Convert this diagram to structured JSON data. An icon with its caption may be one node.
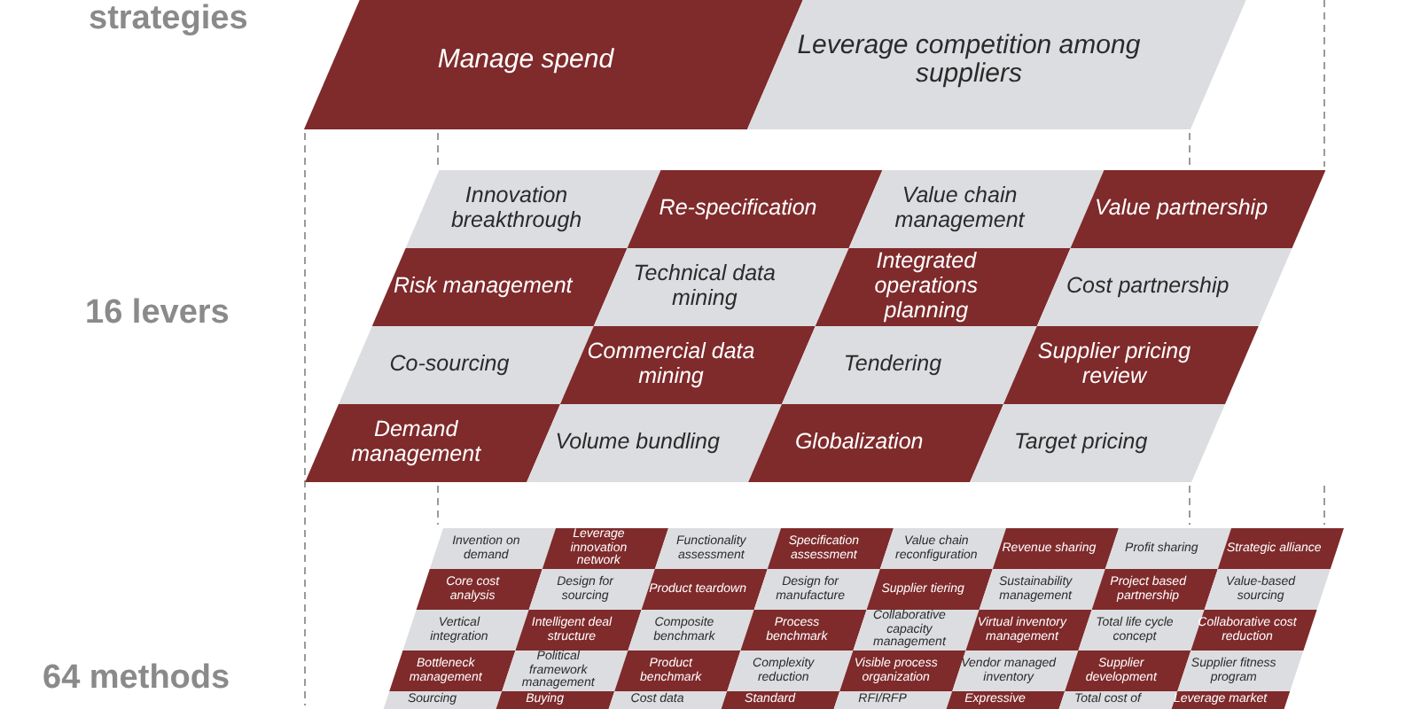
{
  "diagram": {
    "nodes": [
      {
        "text": [
          "Manage spend"
        ]
      },
      {
        "text": [
          "Leverage competition among suppliers"
        ]
      },
      {
        "text": [
          "Innovation breakthrough"
        ]
      },
      {
        "text": [
          "Re-specification"
        ]
      },
      {
        "text": [
          "Value chain management"
        ]
      },
      {
        "text": [
          "Value partnership"
        ]
      },
      {
        "text": [
          "Risk management"
        ]
      },
      {
        "text": [
          "Technical data mining"
        ]
      },
      {
        "text": [
          "Integrated operations planning"
        ]
      },
      {
        "text": [
          "Cost partnership"
        ]
      },
      {
        "text": [
          "Co-sourcing"
        ]
      },
      {
        "text": [
          "Commercial data mining"
        ]
      },
      {
        "text": [
          "Tendering"
        ]
      },
      {
        "text": [
          "Supplier pricing review"
        ]
      },
      {
        "text": [
          "Demand management"
        ]
      },
      {
        "text": [
          "Volume bundling"
        ]
      },
      {
        "text": [
          "Globalization"
        ]
      },
      {
        "text": [
          "Target pricing"
        ]
      },
      {
        "text": [
          "Invention on demand"
        ]
      },
      {
        "text": [
          "Leverage innovation network"
        ]
      },
      {
        "text": [
          "Functionality assessment"
        ]
      },
      {
        "text": [
          "Specification assessment"
        ]
      },
      {
        "text": [
          "Value chain reconfiguration"
        ]
      },
      {
        "text": [
          "Revenue sharing"
        ]
      },
      {
        "text": [
          "Profit sharing"
        ]
      },
      {
        "text": [
          "Strategic alliance"
        ]
      },
      {
        "text": [
          "Core cost analysis"
        ]
      },
      {
        "text": [
          "Design for sourcing"
        ]
      },
      {
        "text": [
          "Product teardown"
        ]
      },
      {
        "text": [
          "Design for manufacture"
        ]
      },
      {
        "text": [
          "Supplier tiering"
        ]
      },
      {
        "text": [
          "Sustainability management"
        ]
      },
      {
        "text": [
          "Project based partnership"
        ]
      },
      {
        "text": [
          "Value-based sourcing"
        ]
      },
      {
        "text": [
          "Vertical integration"
        ]
      },
      {
        "text": [
          "Intelligent deal structure"
        ]
      },
      {
        "text": [
          "Composite benchmark"
        ]
      },
      {
        "text": [
          "Process benchmark"
        ]
      },
      {
        "text": [
          "Collaborative capacity management"
        ]
      },
      {
        "text": [
          "Virtual inventory management"
        ]
      },
      {
        "text": [
          "Total life cycle concept"
        ]
      },
      {
        "text": [
          "Collaborative cost reduction"
        ]
      },
      {
        "text": [
          "Bottleneck management"
        ]
      },
      {
        "text": [
          "Political framework management"
        ]
      },
      {
        "text": [
          "Product benchmark"
        ]
      },
      {
        "text": [
          "Complexity reduction"
        ]
      },
      {
        "text": [
          "Visible process organization"
        ]
      },
      {
        "text": [
          "Vendor managed inventory"
        ]
      },
      {
        "text": [
          "Supplier development"
        ]
      },
      {
        "text": [
          "Supplier fitness program"
        ]
      },
      {
        "text": [
          "Sourcing"
        ]
      },
      {
        "text": [
          "Buying"
        ]
      },
      {
        "text": [
          "Cost data"
        ]
      },
      {
        "text": [
          "Standard"
        ]
      },
      {
        "text": [
          "RFI/RFP"
        ]
      },
      {
        "text": [
          "Expressive"
        ]
      },
      {
        "text": [
          "Total cost of"
        ]
      },
      {
        "text": [
          "Leverage market"
        ]
      }
    ],
    "labels": [
      "strategies",
      "16 levers",
      "64 methods"
    ]
  }
}
